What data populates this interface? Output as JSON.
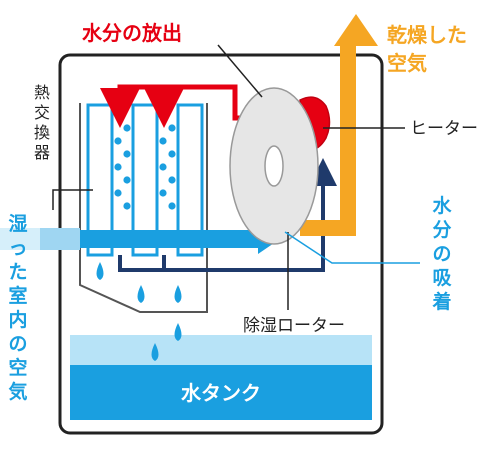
{
  "labels": {
    "moisture_release": "水分の放出",
    "dried_air_line1": "乾燥した",
    "dried_air_line2": "空気",
    "heat_exchanger_1": "熱",
    "heat_exchanger_2": "交",
    "heat_exchanger_3": "換",
    "heat_exchanger_4": "器",
    "heater": "ヒーター",
    "moisture_absorb_1": "水",
    "moisture_absorb_2": "分",
    "moisture_absorb_3": "の",
    "moisture_absorb_4": "吸",
    "moisture_absorb_5": "着",
    "humid_air_1": "湿",
    "humid_air_2": "っ",
    "humid_air_3": "た",
    "humid_air_4": "室",
    "humid_air_5": "内",
    "humid_air_6": "の",
    "humid_air_7": "空",
    "humid_air_8": "気",
    "rotor": "除湿ローター",
    "tank": "水タンク"
  },
  "colors": {
    "red": "#e60012",
    "orange": "#f5a623",
    "light_blue": "#1a9fe0",
    "navy": "#1f3a6b",
    "tank_light": "#b7e3f7",
    "tank_dark": "#1a9fe0",
    "rotor_gray": "#e6e6e6",
    "heater": "#e60012"
  }
}
